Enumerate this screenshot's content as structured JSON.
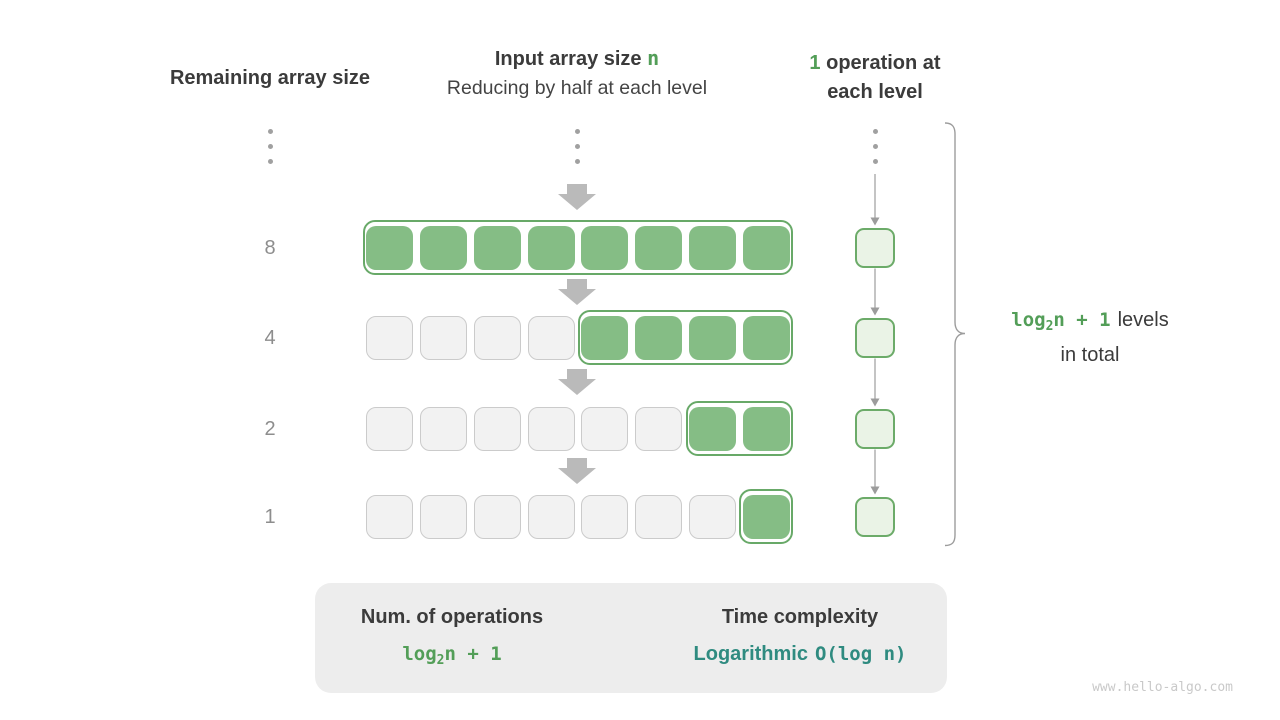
{
  "colors": {
    "green_cell": "#85bd85",
    "green_border": "#68a968",
    "green_text": "#539e58",
    "teal_text": "#2f8b80",
    "gray_cell_bg": "#f2f2f2",
    "gray_cell_border": "#cbcbcb",
    "op_cell_bg": "#eaf3e6",
    "op_cell_border": "#6cab69",
    "arrow_gray": "#bababa",
    "line_gray": "#9c9c9c",
    "dark_text": "#3b3b3b",
    "mid_text": "#444444",
    "label_gray": "#8d8d8d",
    "box_bg": "#ededed",
    "watermark": "#c9c9c9"
  },
  "headers": {
    "left": "Remaining array size",
    "center_title": "Input array size ",
    "center_title_var": "n",
    "center_sub": "Reducing by half at each level",
    "right_num": "1",
    "right_line1": " operation at",
    "right_line2": "each level"
  },
  "rows": [
    {
      "label": "8",
      "cells_total": 8,
      "cells_active": 8
    },
    {
      "label": "4",
      "cells_total": 8,
      "cells_active": 4
    },
    {
      "label": "2",
      "cells_total": 8,
      "cells_active": 2
    },
    {
      "label": "1",
      "cells_total": 8,
      "cells_active": 1
    }
  ],
  "brace": {
    "formula_base": "log",
    "formula_sub": "2",
    "formula_tail": "n + 1",
    "label_line1": "levels",
    "label_line2": "in total"
  },
  "summary": {
    "ops_title": "Num. of operations",
    "ops_base": "log",
    "ops_sub": "2",
    "ops_tail": "n + 1",
    "tc_title": "Time complexity",
    "tc_name": "Logarithmic",
    "tc_bigO": "O(log n)"
  },
  "watermark": "www.hello-algo.com",
  "icons": {
    "down_arrow": "down-arrow-icon",
    "right_arrow": "right-arrow-icon",
    "vertical_ellipsis": "vertical-ellipsis-icon",
    "curly_brace": "curly-brace-icon"
  }
}
